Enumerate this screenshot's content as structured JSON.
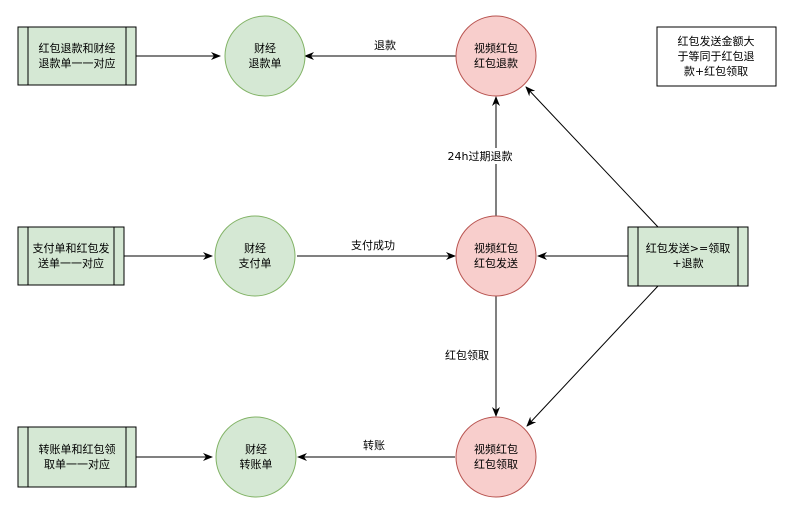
{
  "diagram": {
    "process_boxes": {
      "refund_match": [
        "红包退款和财经",
        "退款单一一对应"
      ],
      "pay_match": [
        "支付单和红包发",
        "送单一一对应"
      ],
      "transfer_match": [
        "转账单和红包领",
        "取单一一对应"
      ],
      "send_rule": [
        "红包发送>=领取",
        "+退款"
      ]
    },
    "note_box": [
      "红包发送金额大",
      "于等同于红包退",
      "款+红包领取"
    ],
    "finance_nodes": {
      "refund": [
        "财经",
        "退款单"
      ],
      "pay": [
        "财经",
        "支付单"
      ],
      "transfer": [
        "财经",
        "转账单"
      ]
    },
    "redpacket_nodes": {
      "refund": [
        "视频红包",
        "红包退款"
      ],
      "send": [
        "视频红包",
        "红包发送"
      ],
      "claim": [
        "视频红包",
        "红包领取"
      ]
    },
    "edge_labels": {
      "refund": "退款",
      "pay_success": "支付成功",
      "transfer": "转账",
      "expire_refund": "24h过期退款",
      "claim": "红包领取"
    },
    "colors": {
      "process_fill": "#d5e8d4",
      "finance_fill": "#d5e8d4",
      "finance_stroke": "#82b366",
      "redpacket_fill": "#f8cecc",
      "redpacket_stroke": "#b85450",
      "line": "#000000"
    }
  }
}
